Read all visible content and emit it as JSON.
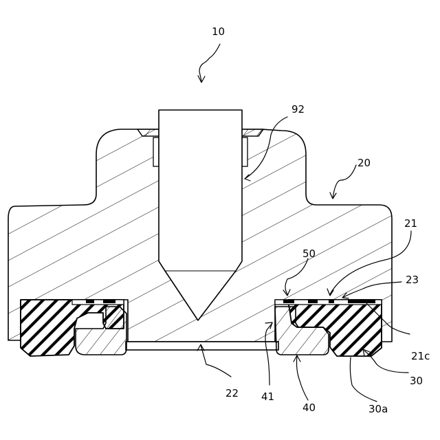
{
  "figure": {
    "labels": {
      "l10": "10",
      "l92": "92",
      "l20": "20",
      "l21": "21",
      "l50": "50",
      "l23": "23",
      "l21c": "21c",
      "l30": "30",
      "l22": "22",
      "l41": "41",
      "l40": "40",
      "l30a": "30a"
    }
  }
}
